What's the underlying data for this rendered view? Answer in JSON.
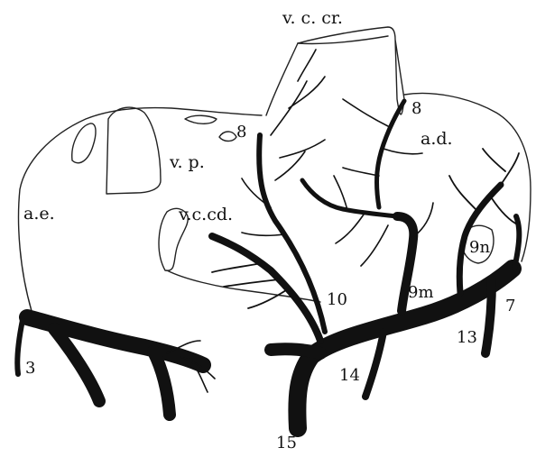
{
  "labels": {
    "vccr": "v. c. cr.",
    "ae": "a.e.",
    "vp": "v. p.",
    "vccd": "v.c.cd.",
    "ad": "a.d.",
    "n8_left": "8",
    "n8_right": "8",
    "n9m": "9m",
    "n9n": "9n",
    "n10": "10",
    "n3": "3",
    "n7": "7",
    "n13": "13",
    "n14": "14",
    "n15": "15"
  },
  "colors": {
    "ink": "#111111",
    "paper": "#ffffff"
  }
}
